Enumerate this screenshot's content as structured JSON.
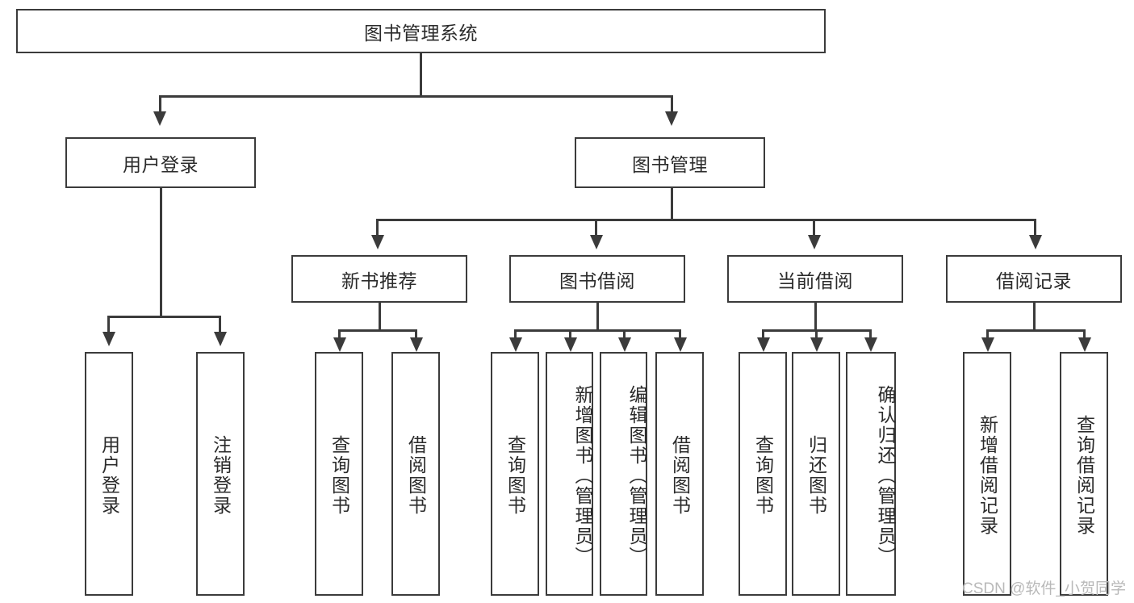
{
  "diagram": {
    "title": "图书管理系统",
    "type": "hierarchy-tree",
    "root": {
      "label": "图书管理系统"
    },
    "level2": [
      {
        "label": "用户登录"
      },
      {
        "label": "图书管理"
      }
    ],
    "level3": [
      {
        "label": "新书推荐"
      },
      {
        "label": "图书借阅"
      },
      {
        "label": "当前借阅"
      },
      {
        "label": "借阅记录"
      }
    ],
    "leaves": {
      "user_login": [
        {
          "label": "用户登录"
        },
        {
          "label": "注销登录"
        }
      ],
      "new_book_recommend": [
        {
          "label": "查询图书"
        },
        {
          "label": "借阅图书"
        }
      ],
      "book_borrow": [
        {
          "label": "查询图书"
        },
        {
          "label": "新增图书（管理员）"
        },
        {
          "label": "编辑图书（管理员）"
        },
        {
          "label": "借阅图书"
        }
      ],
      "current_borrow": [
        {
          "label": "查询图书"
        },
        {
          "label": "归还图书"
        },
        {
          "label": "确认归还（管理员）"
        }
      ],
      "borrow_record": [
        {
          "label": "新增借阅记录"
        },
        {
          "label": "查询借阅记录"
        }
      ]
    }
  },
  "watermark": {
    "text": "CSDN @软件_小贺同学"
  },
  "colors": {
    "stroke": "#3b3b3b",
    "text": "#2b2b2b",
    "background": "#ffffff",
    "watermark": "#b9b9b9"
  }
}
